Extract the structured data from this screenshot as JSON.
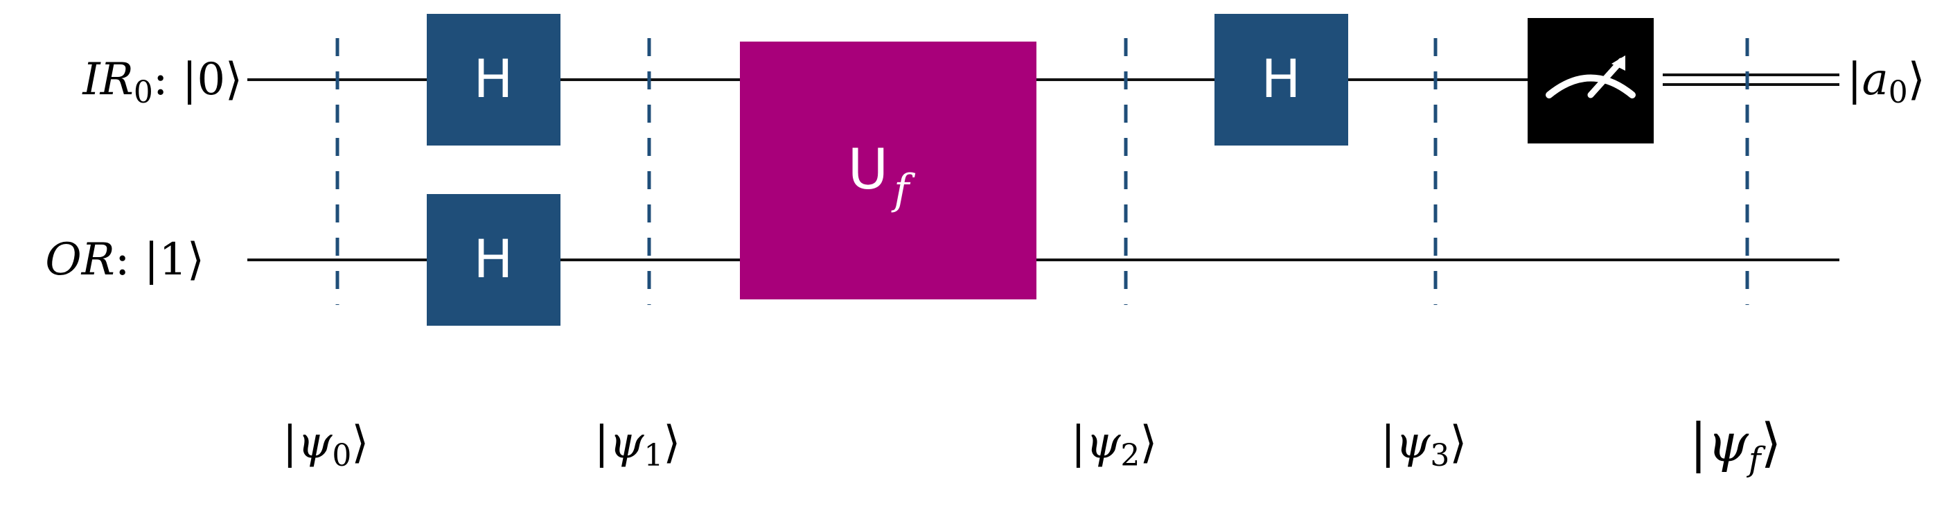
{
  "circuit": {
    "qubits": [
      {
        "register": "IR",
        "subscript": "0",
        "ket": "0"
      },
      {
        "register": "OR",
        "subscript": "",
        "ket": "1"
      }
    ],
    "gates": [
      {
        "name": "hadamard-ir",
        "label": "H",
        "color": "#1f4e79"
      },
      {
        "name": "hadamard-or",
        "label": "H",
        "color": "#1f4e79"
      },
      {
        "name": "oracle",
        "label": "U",
        "sub": "f",
        "color": "#a8007a"
      },
      {
        "name": "hadamard-ir-2",
        "label": "H",
        "color": "#1f4e79"
      },
      {
        "name": "measurement",
        "icon": "meter-icon",
        "color": "#000000"
      }
    ],
    "output": {
      "ket": "a",
      "subscript": "0"
    },
    "states": [
      {
        "symbol": "ψ",
        "subscript": "0"
      },
      {
        "symbol": "ψ",
        "subscript": "1"
      },
      {
        "symbol": "ψ",
        "subscript": "2"
      },
      {
        "symbol": "ψ",
        "subscript": "3"
      },
      {
        "symbol": "ψ",
        "subscript": "f"
      }
    ]
  }
}
